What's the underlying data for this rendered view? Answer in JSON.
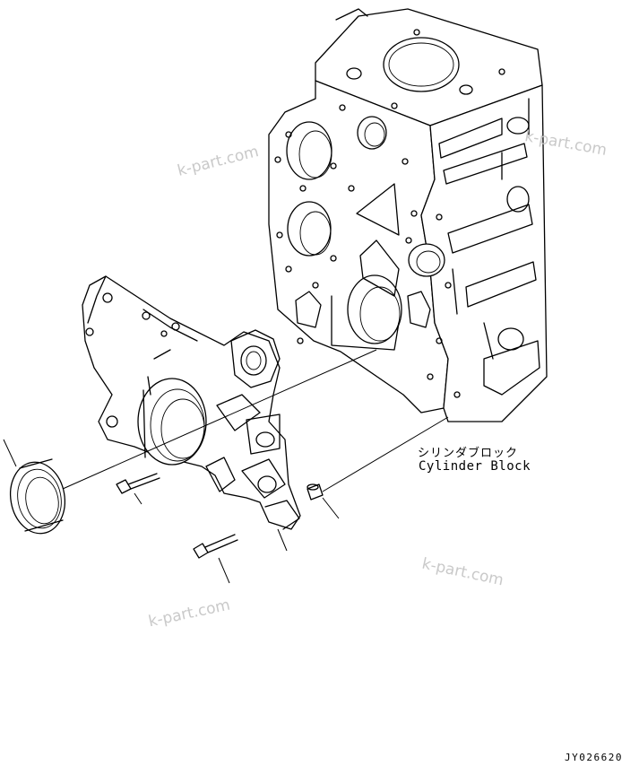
{
  "callout": {
    "japanese": "シリンダブロック",
    "english": "Cylinder Block"
  },
  "drawing_code": "JY026620",
  "watermarks": [
    "k-part.com",
    "k-part.com",
    "k-part.com",
    "k-part.com"
  ]
}
